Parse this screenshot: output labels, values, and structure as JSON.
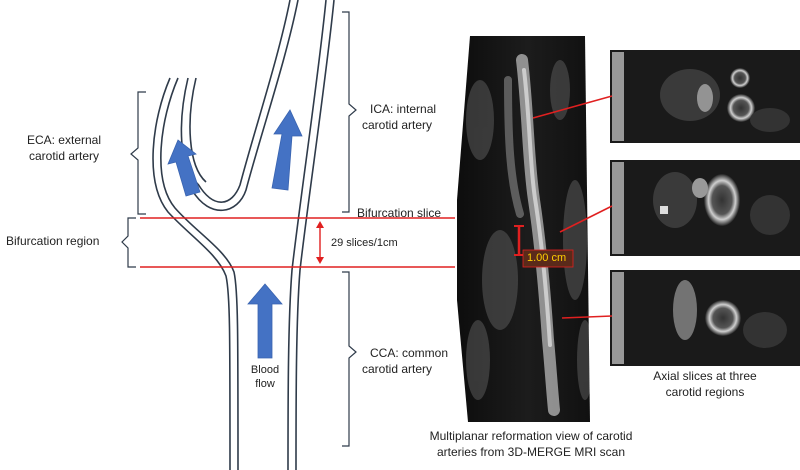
{
  "labels": {
    "eca_line1": "ECA: external",
    "eca_line2": "carotid artery",
    "ica_line1": "ICA: internal",
    "ica_line2": "carotid artery",
    "cca_line1": "CCA: common",
    "cca_line2": "carotid artery",
    "bifurcation_region": "Bifurcation region",
    "bifurcation_slice": "Bifurcation slice",
    "slices": "29 slices/1cm",
    "blood_line1": "Blood",
    "blood_line2": "flow",
    "scale": "1.00 cm",
    "mpr_line1": "Multiplanar reformation view of carotid",
    "mpr_line2": "arteries from 3D-MERGE MRI scan",
    "axial_line1": "Axial slices at three",
    "axial_line2": "carotid regions"
  },
  "colors": {
    "vessel": "#2f3b4a",
    "arrow": "#4472c4",
    "red": "#e02020",
    "scale_bg": "#5a2a1a",
    "scale_text": "#ffd000"
  }
}
